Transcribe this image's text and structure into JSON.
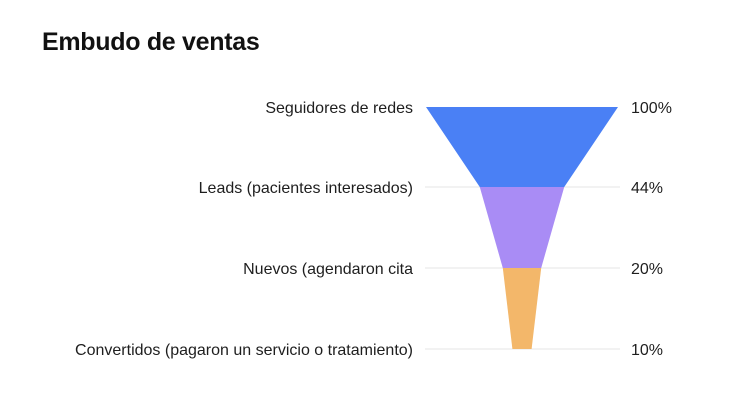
{
  "title": "Embudo de ventas",
  "chart_data": {
    "type": "funnel",
    "title": "Embudo de ventas",
    "stages": [
      {
        "label": "Seguidores de redes",
        "value": 100,
        "display": "100%",
        "color": "#4a80f5"
      },
      {
        "label": "Leads (pacientes interesados)",
        "value": 44,
        "display": "44%",
        "color": "#a98cf5"
      },
      {
        "label": "Nuevos (agendaron cita",
        "value": 20,
        "display": "20%",
        "color": "#f3b76a"
      },
      {
        "label": "Convertidos (pagaron un servicio o tratamiento)",
        "value": 10,
        "display": "10%",
        "color": "#f3b76a"
      }
    ],
    "unit": "%",
    "grid": true
  }
}
